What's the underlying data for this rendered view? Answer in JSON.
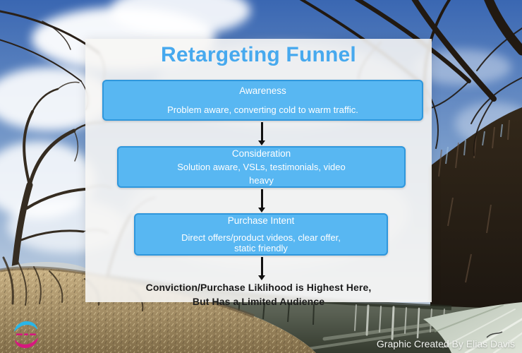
{
  "title": "Retargeting Funnel",
  "funnel": {
    "steps": [
      {
        "name": "Awareness",
        "desc1": "Problem aware, converting cold to warm traffic.",
        "desc2": ""
      },
      {
        "name": "Consideration",
        "desc1": "Solution aware, VSLs, testimonials, video",
        "desc2": "heavy"
      },
      {
        "name": "Purchase Intent",
        "desc1": "Direct offers/product videos, clear offer,",
        "desc2": "static friendly"
      }
    ],
    "footnote_line1": "Conviction/Purchase Liklihood is Highest Here,",
    "footnote_line2": "But Has a Limited Audience"
  },
  "credit": "Graphic Created By Elias Davis",
  "colors": {
    "title_blue": "#47a9ee",
    "box_fill": "#58b7f2",
    "box_border": "#2f97dc",
    "box_text": "#ffffff",
    "footnote_text": "#1b1b1b",
    "logo_cyan": "#29b6e8",
    "logo_magenta": "#d6187e"
  }
}
